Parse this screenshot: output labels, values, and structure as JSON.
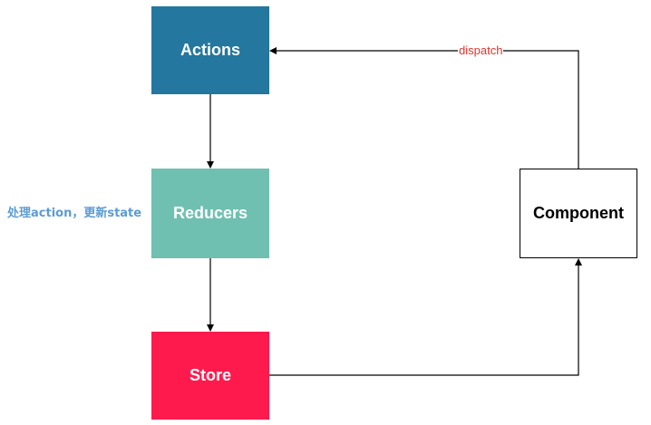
{
  "nodes": {
    "actions": {
      "label": "Actions",
      "color": "#24779e"
    },
    "reducers": {
      "label": "Reducers",
      "color": "#6fc0b1"
    },
    "store": {
      "label": "Store",
      "color": "#ff1a4e"
    },
    "component": {
      "label": "Component",
      "color": "#ffffff"
    }
  },
  "edges": [
    {
      "from": "actions",
      "to": "reducers",
      "label": ""
    },
    {
      "from": "reducers",
      "to": "store",
      "label": ""
    },
    {
      "from": "store",
      "to": "component",
      "label": ""
    },
    {
      "from": "component",
      "to": "actions",
      "label": "dispatch",
      "label_color": "#e0362e"
    }
  ],
  "annotations": {
    "reducers_note": "处理action，更新state",
    "reducers_note_color": "#5b9bd5"
  }
}
